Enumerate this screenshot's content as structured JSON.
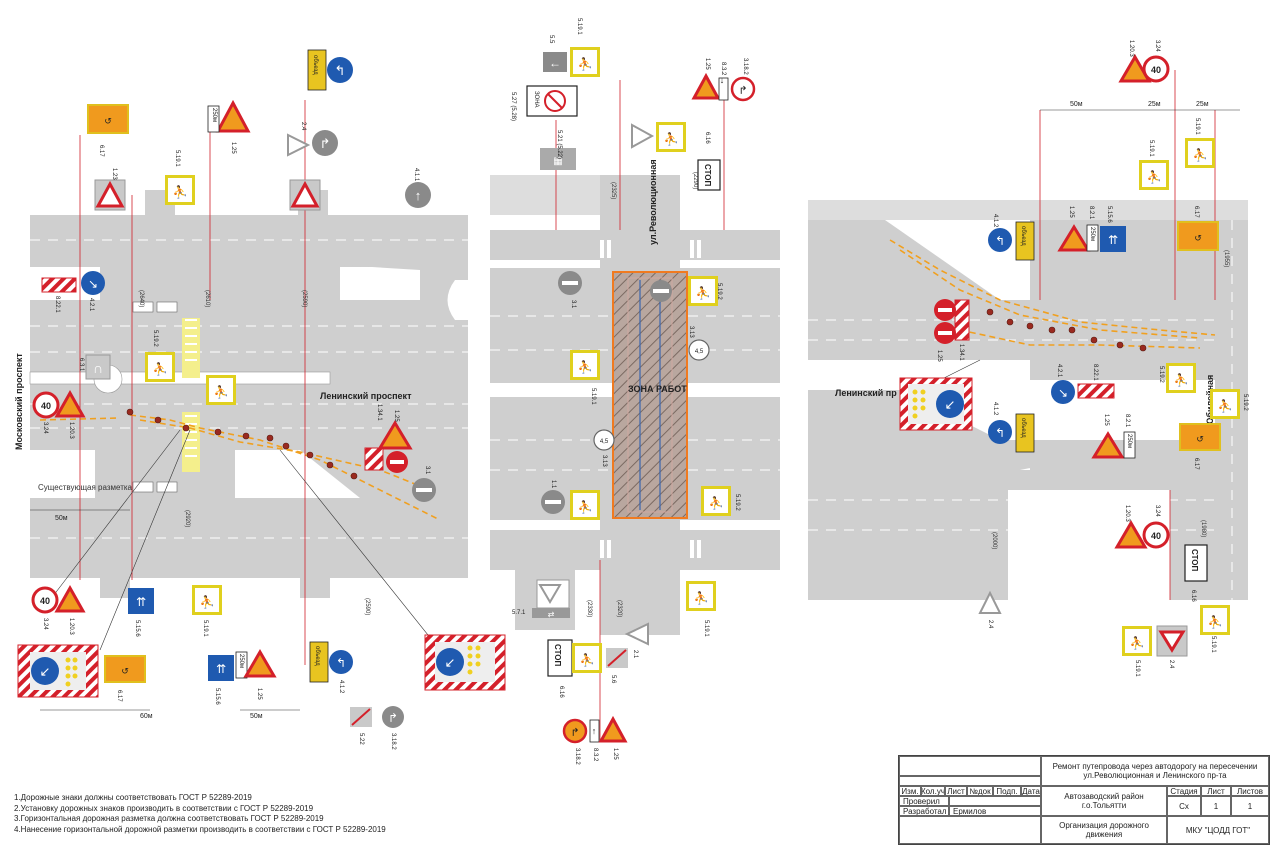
{
  "labels": {
    "moskovsky": "Московский проспект",
    "leninsky_left": "Ленинский проспект",
    "leninsky_right": "Ленинский пр",
    "revolutsionnaya": "ул.Революционная",
    "yubileynaya": "ул.Юбилейная",
    "zone_work": "ЗОНА РАБОТ",
    "zona_sign": "ЗОНА",
    "stop": "СТОП",
    "obyezd": "объезд",
    "d250": "250м",
    "speed40": "40",
    "mass45": "4,5",
    "dist_50m": "50м",
    "dist_60m": "60м",
    "dist_25m": "25м",
    "existing_markup": "Существующая разметка",
    "dims": {
      "d2640": "(2640)",
      "d2610": "(2610)",
      "d2590": "(2590)",
      "d2920": "(2920)",
      "d2590b": "(2590)",
      "d2325": "(2325)",
      "d2290": "(2290)",
      "d2330": "(2330)",
      "d2320": "(2320)",
      "d1955": "(1955)",
      "d1980": "(1980)",
      "d2000": "(2000)"
    },
    "codes": {
      "c617": "6.17",
      "c123": "1.23",
      "c821": "8.2.1",
      "c5191": "5.19.1",
      "c5192": "5.19.2",
      "c125": "1.25",
      "c3241": "3.24",
      "c1203": "1.20.3",
      "c8221": "8.22.1",
      "c421": "4.2.1",
      "c6181": "6.18.1",
      "c6182": "6.18.2",
      "c412": "4.1.2",
      "c24": "2.4",
      "c411": "4.1.1",
      "c631": "6.3.1",
      "c5156": "5.15.6",
      "c5221": "5.22",
      "c3182": "3.18.2",
      "c31": "3.1",
      "c55": "5.5",
      "c527": "5.27 (5.28)",
      "c521": "5.21 (5.22)",
      "c616": "6.16",
      "c11": "1.1",
      "c313": "3.13",
      "c832": "8.3.2",
      "c571": "5.7.1",
      "c21": "2.1",
      "c56": "5.6",
      "c1341": "1.34.1",
      "c122": "1.22",
      "c522": "5.22",
      "c3120": "3.1"
    }
  },
  "notes": [
    "1.Дорожные знаки должны соответствовать ГОСТ Р 52289-2019",
    "2.Установку дорожных знаков производить в соответствии с ГОСТ Р 52289-2019",
    "3.Горизонтальная дорожная разметка должна соответствовать ГОСТ Р 52289-2019",
    "4.Нанесение горизонтальной дорожной разметки производить в соответствии с ГОСТ Р 52289-2019"
  ],
  "stamp": {
    "title": "Ремонт путепровода через автодорогу на пересечении ул.Революционная и Ленинского пр-та",
    "district": "Автозаводский район г.о.Тольятти",
    "org": "Организация дорожного движения",
    "company": "МКУ \"ЦОДД ГОТ\"",
    "col_izm": "Изм.",
    "col_kuch": "Кол.уч",
    "col_list": "Лист",
    "col_ndok": "№док",
    "col_podp": "Подп.",
    "col_data": "Дата",
    "proveril": "Проверил",
    "razrabotal": "Разработал",
    "author": "Ермилов",
    "stadiya_label": "Стадия",
    "list_label": "Лист",
    "listov_label": "Листов",
    "stadiya": "Сх",
    "list": "1",
    "listov": "1"
  }
}
